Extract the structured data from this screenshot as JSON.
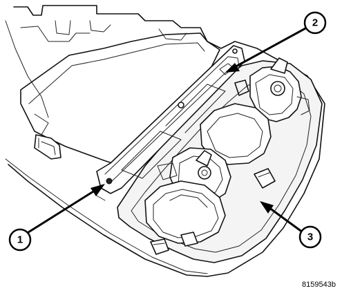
{
  "figure_id": "8159543b",
  "callouts": [
    {
      "number": "1"
    },
    {
      "number": "2"
    },
    {
      "number": "3"
    }
  ]
}
